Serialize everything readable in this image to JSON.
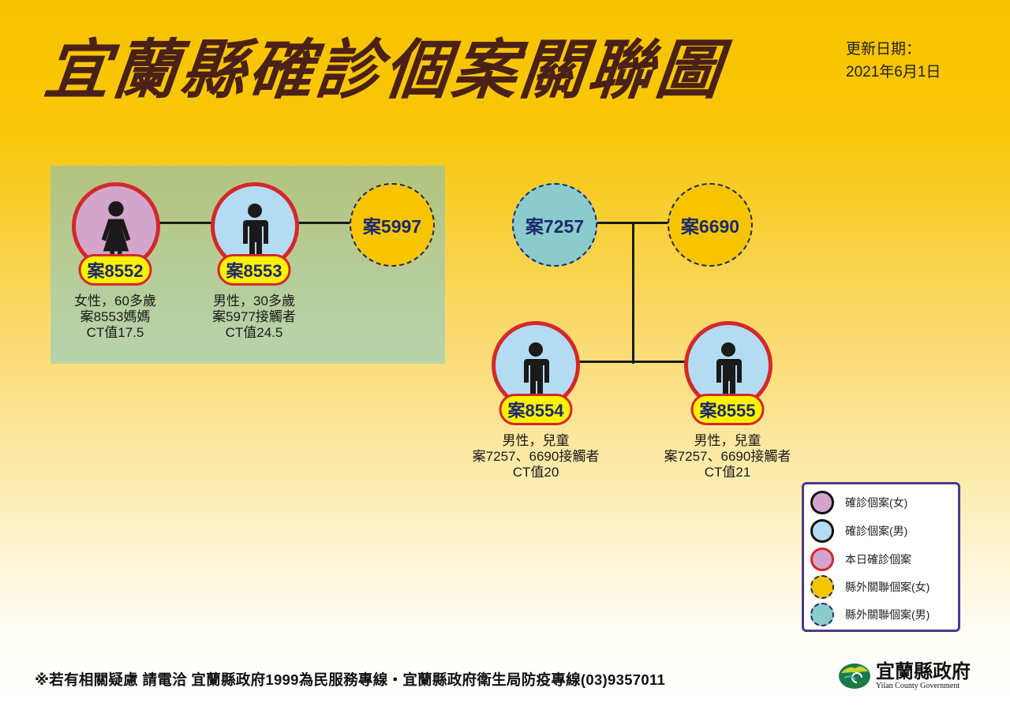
{
  "title": "宜蘭縣確診個案關聯圖",
  "update": {
    "label": "更新日期：",
    "date": "2021年6月1日"
  },
  "nodes": {
    "c8552": {
      "label": "案8552",
      "lines": [
        "女性，60多歲",
        "案8553媽媽",
        "CT值17.5"
      ]
    },
    "c8553": {
      "label": "案8553",
      "lines": [
        "男性，30多歲",
        "案5977接觸者",
        "CT值24.5"
      ]
    },
    "c5997": {
      "label": "案5997"
    },
    "c7257": {
      "label": "案7257"
    },
    "c6690": {
      "label": "案6690"
    },
    "c8554": {
      "label": "案8554",
      "lines": [
        "男性，兒童",
        "案7257、6690接觸者",
        "CT值20"
      ]
    },
    "c8555": {
      "label": "案8555",
      "lines": [
        "男性，兒童",
        "案7257、6690接觸者",
        "CT值21"
      ]
    }
  },
  "legend": [
    {
      "label": "確診個案(女)",
      "fill": "#d4a5cc",
      "border": "#111111"
    },
    {
      "label": "確診個案(男)",
      "fill": "#b3dcf2",
      "border": "#111111"
    },
    {
      "label": "本日確診個案",
      "fill": "#d4a5cc",
      "border": "#d4282a"
    },
    {
      "label": "縣外關聯個案(女)",
      "fill": "#f7c500",
      "border": "#1b2a6b"
    },
    {
      "label": "縣外關聯個案(男)",
      "fill": "#8ccbcc",
      "border": "#1b2a6b"
    }
  ],
  "footer": "※若有相關疑慮 請電洽  宜蘭縣政府1999為民服務專線・宜蘭縣政府衛生局防疫專線(03)9357011",
  "logo": {
    "name": "宜蘭縣政府",
    "english": "Yilan County Government"
  }
}
